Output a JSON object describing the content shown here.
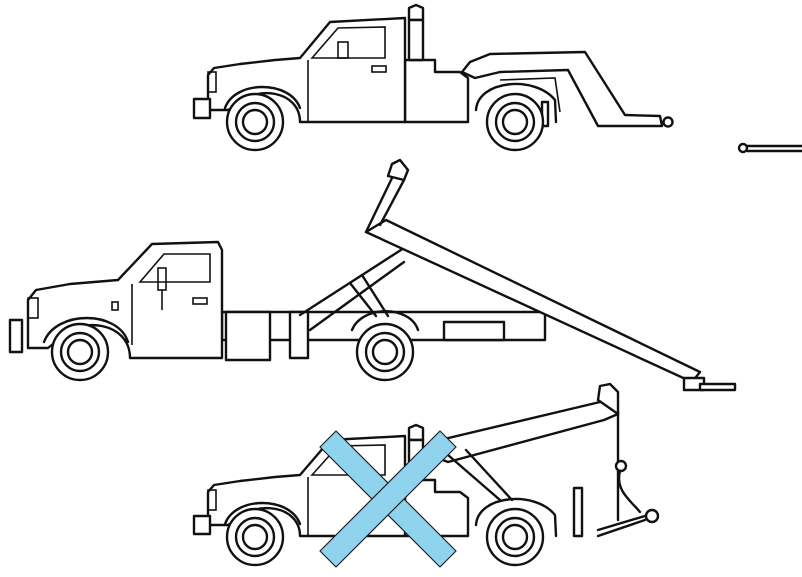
{
  "diagram": {
    "trucks": [
      {
        "id": "tow-truck-wheel-lift",
        "kind": "wheel-lift"
      },
      {
        "id": "tow-truck-rollback",
        "kind": "rollback"
      },
      {
        "id": "tow-truck-boom-hook",
        "kind": "boom-hook",
        "crossed_out": true
      }
    ],
    "colors": {
      "outline": "#111111",
      "background": "#ffffff",
      "cross": "#8fd3ee",
      "cross_outline": "#222222"
    }
  }
}
